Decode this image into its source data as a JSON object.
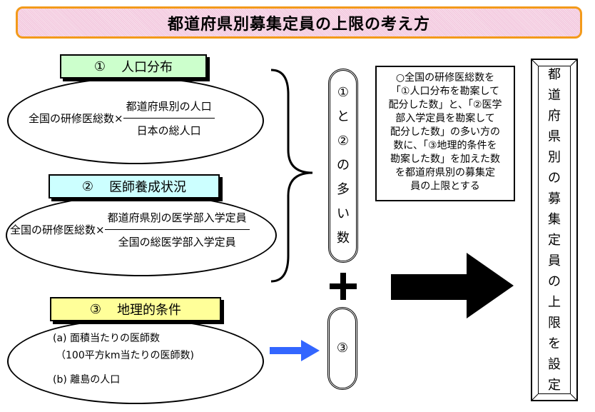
{
  "title": "都道府県別募集定員の上限の考え方",
  "factors": [
    {
      "number": "①",
      "label": "人口分布",
      "color": "#ccffcc",
      "formula": {
        "prefix": "全国の研修医総数×",
        "numerator": "都道府県別の人口",
        "denominator": "日本の総人口"
      }
    },
    {
      "number": "②",
      "label": "医師養成状況",
      "color": "#ccffff",
      "formula": {
        "prefix": "全国の研修医総数×",
        "numerator": "都道府県別の医学部入学定員",
        "denominator": "全国の総医学部入学定員"
      }
    },
    {
      "number": "③",
      "label": "地理的条件",
      "color": "#ffff99",
      "items": [
        "(a) 面積当たりの医師数",
        "（100平方km当たりの医師数)",
        "(b) 離島の人口"
      ]
    }
  ],
  "max_pill": [
    "①",
    "と",
    "②",
    "の",
    "多",
    "い",
    "数"
  ],
  "plus_sign": "+",
  "third_pill": "③",
  "note_lines": [
    "○全国の研修医総数を",
    "「①人口分布を勘案して",
    "配分した数」と、「②医学",
    "部入学定員を勘案して",
    "配分した数」の多い方の",
    "数に、「③地理的条件を",
    "勘案した数」を加えた数",
    "を都道府県別の募集定",
    "員の上限とする"
  ],
  "result_chars": [
    "都",
    "道",
    "府",
    "県",
    "別",
    "の",
    "募",
    "集",
    "定",
    "員",
    "の",
    "上",
    "限",
    "を",
    "設",
    "定"
  ],
  "colors": {
    "title_border": "#f39a1a",
    "title_fill": "#f5d0e4",
    "blue_arrow": "#3366ff",
    "black_arrow": "#000000"
  }
}
